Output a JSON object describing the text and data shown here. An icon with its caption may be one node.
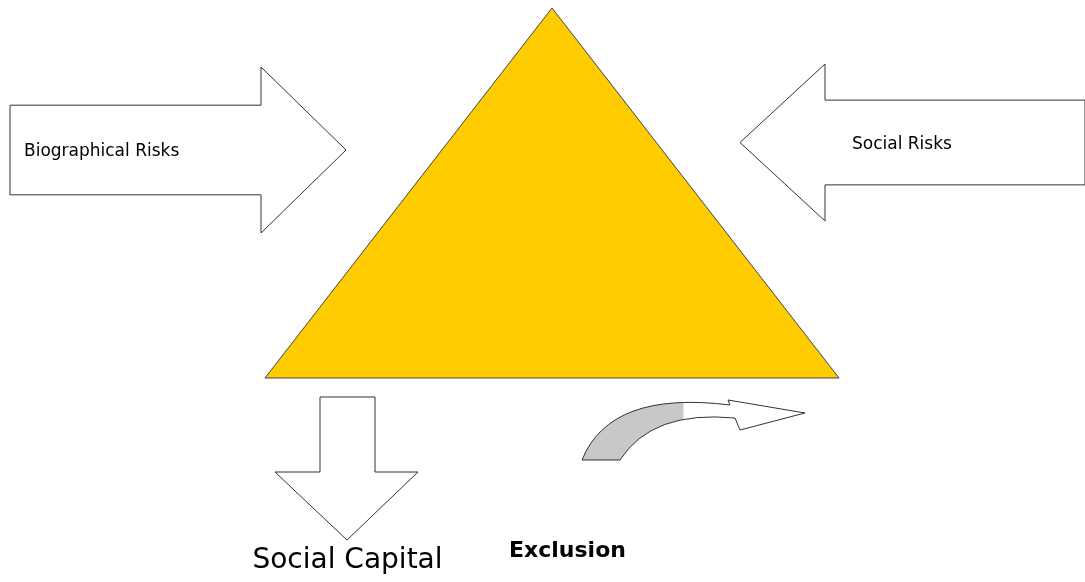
{
  "diagram": {
    "nodes": [
      {
        "text": [
          "Biographical Risks"
        ]
      },
      {
        "text": [
          "Social Risks"
        ]
      },
      {
        "text": [],
        "shape": "triangle"
      },
      {
        "text": [
          "Social Capital"
        ]
      },
      {
        "text": [
          "Exclusion"
        ]
      }
    ],
    "edges": [
      {
        "from": 2,
        "to": 3,
        "arrow": "to"
      }
    ]
  }
}
